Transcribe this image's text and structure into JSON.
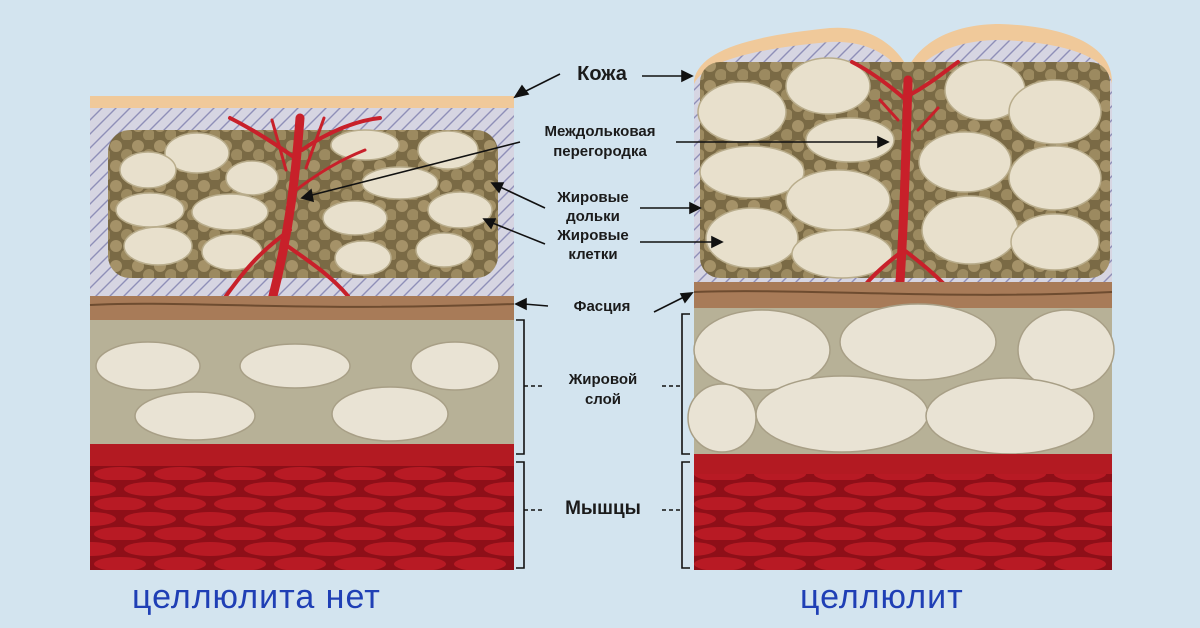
{
  "labels": {
    "skin": "Кожа",
    "septum_line1": "Междольковая",
    "septum_line2": "перегородка",
    "lobules_line1": "Жировые",
    "lobules_line2": "дольки",
    "cells_line1": "Жировые",
    "cells_line2": "клетки",
    "fascia": "Фасция",
    "fat_layer_line1": "Жировой",
    "fat_layer_line2": "слой",
    "muscles": "Мышцы"
  },
  "captions": {
    "no_cellulite": "целлюлита нет",
    "cellulite": "целлюлит"
  },
  "colors": {
    "background": "#d3e4ef",
    "skin": "#f0c99a",
    "dermis": "#c9c9d9",
    "fat_cell": "#e8e0cc",
    "lobule_bg": "#8a7a55",
    "septum": "#c8202a",
    "fascia": "#a87b58",
    "fat_layer_bg": "#b7b197",
    "muscle": "#a3121c",
    "caption": "#1f3fb5"
  }
}
